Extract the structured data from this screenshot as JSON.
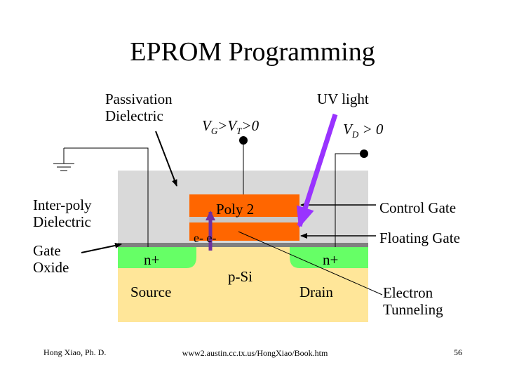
{
  "slide": {
    "title": "EPROM Programming",
    "author": "Hong Xiao, Ph. D.",
    "url": "www2.austin.cc.tx.us/HongXiao/Book.htm",
    "page_number": "56"
  },
  "labels": {
    "passivation": "Passivation Dielectric",
    "uv_light": "UV light",
    "inter_poly": "Inter-poly Dielectric",
    "gate_oxide": "Gate Oxide",
    "poly2": "Poly 2",
    "control_gate": "Control Gate",
    "floating_gate": "Floating Gate",
    "electrons": "e- e-",
    "source": "Source",
    "drain": "Drain",
    "p_si": "p-Si",
    "electron_tunneling": "Electron Tunneling",
    "n_plus_source": "n+",
    "n_plus_drain": "n+",
    "vg": {
      "main": "V",
      "sub1": "G",
      "mid": ">V",
      "sub2": "T",
      "tail": ">0"
    },
    "vd": {
      "main": "V",
      "sub": "D",
      "tail": " > 0"
    }
  },
  "colors": {
    "passivation_fill": "#d9d9d9",
    "poly_fill": "#ff6600",
    "oxide_fill": "#808080",
    "n_plus_fill": "#66ff66",
    "substrate_fill": "#ffe699",
    "uv_arrow": "#9933ff",
    "electron_arrow": "#7030a0"
  },
  "icons": [
    "ground-icon",
    "terminal-dot-icon"
  ]
}
